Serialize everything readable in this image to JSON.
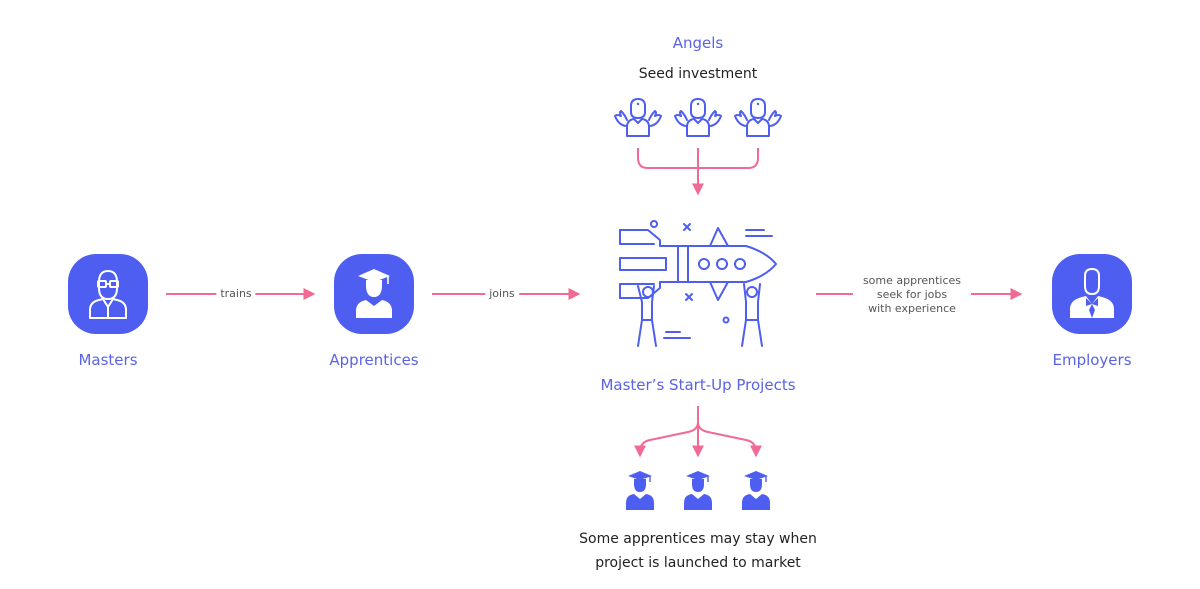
{
  "nodes": {
    "masters": "Masters",
    "apprentices": "Apprentices",
    "startups": "Master’s Start-Up Projects",
    "employers": "Employers",
    "angels": "Angels"
  },
  "texts": {
    "seed_investment": "Seed investment",
    "stay_line1": "Some apprentices may stay when",
    "stay_line2": "project is launched to market"
  },
  "edges": {
    "trains": "trains",
    "joins": "joins",
    "jobs_line1": "some apprentices",
    "jobs_line2": "seek for jobs",
    "jobs_line3": "with experience"
  },
  "colors": {
    "primary": "#4e5ef0",
    "arrow": "#f06a93",
    "label": "#5a63e6"
  }
}
